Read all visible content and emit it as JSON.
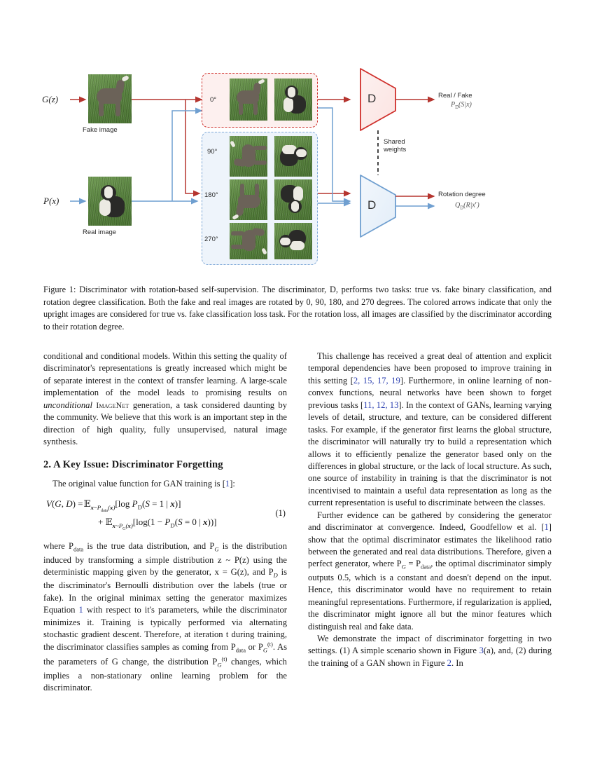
{
  "figure": {
    "inputs": [
      {
        "formula": "G(z)",
        "caption": "Fake image"
      },
      {
        "formula": "P(x)",
        "caption": "Real image"
      }
    ],
    "rotation_groups": [
      {
        "name": "upright-group",
        "color": "#cf2f2b",
        "fill": "#fdf0ef",
        "degrees": [
          "0°"
        ]
      },
      {
        "name": "rotated-group",
        "color": "#7fa9d8",
        "fill": "#eef4fb",
        "degrees": [
          "90°",
          "180°",
          "270°"
        ]
      }
    ],
    "discriminators": [
      {
        "glyph": "D",
        "color": "#cf2f2b"
      },
      {
        "glyph": "D",
        "color": "#6f9fd0"
      }
    ],
    "shared_weights_label": "Shared\nweights",
    "shared_weights_line1": "Shared",
    "shared_weights_line2": "weights",
    "outputs": [
      {
        "label": "Real / Fake",
        "formula": "Pᴅ(S|x)"
      },
      {
        "label": "Rotation degree",
        "formula": "Qᴅ(R|xʳ)"
      }
    ]
  },
  "caption": {
    "prefix": "Figure 1:",
    "text": "Discriminator with rotation-based self-supervision. The discriminator, D, performs two tasks: true vs. fake binary classification, and rotation degree classification. Both the fake and real images are rotated by 0, 90, 180, and 270 degrees. The colored arrows indicate that only the upright images are considered for true vs. fake classification loss task. For the rotation loss, all images are classified by the discriminator according to their rotation degree."
  },
  "body": {
    "left": {
      "para1": "conditional and conditional models. Within this setting the quality of discriminator's representations is greatly increased which might be of separate interest in the context of transfer learning. A large-scale implementation of the model leads to promising results on ",
      "para1_italic": "unconditional",
      "para1_smallcaps": "ImageNet",
      "para1_rest": " generation, a task considered daunting by the community. We believe that this work is an important step in the direction of high quality, fully unsupervised, natural image synthesis.",
      "section_heading": "2. A Key Issue: Discriminator Forgetting",
      "para2": "The original value function for GAN training is [",
      "para2_cite": "1",
      "para2_end": "]:",
      "equation_number": "(1)",
      "equation_line1_lhs": "V(G, D) =",
      "equation_line1_rhs": "E",
      "para3_a": "where P",
      "para3_a_sub": "data",
      "para3_b": " is the true data distribution, and P",
      "para3_b_sub": "G",
      "para3_c": " is the distribution induced by transforming a simple distribution z ~ P(z) using the deterministic mapping given by the generator, x = G(z), and P",
      "para3_c_sub": "D",
      "para3_d": " is the discriminator's Bernoulli distribution over the labels (true or fake). In the original minimax setting the generator maximizes Equation ",
      "para3_cite": "1",
      "para3_e": " with respect to it's parameters, while the discriminator minimizes it. Training is typically performed via alternating stochastic gradient descent. Therefore, at iteration t during training, the discriminator classifies samples as coming from P",
      "para3_e_sub": "data",
      "para3_f": " or P",
      "para3_f_sub": "G",
      "para3_f_sup": "(t)",
      "para3_g": ". As the parameters of G change, the distribution P",
      "para3_g_sub": "G",
      "para3_g_sup": "(t)",
      "para3_h": " changes, which implies a non-stationary online learning problem for the discriminator."
    },
    "right": {
      "para1_a": "This challenge has received a great deal of attention and explicit temporal dependencies have been proposed to improve training in this setting [",
      "para1_cite1": "2, 15, 17, 19",
      "para1_b": "]. Furthermore, in online learning of non-convex functions, neural networks have been shown to forget previous tasks [",
      "para1_cite2": "11, 12, 13",
      "para1_c": "]. In the context of GANs, learning varying levels of detail, structure, and texture, can be considered different tasks. For example, if the generator first learns the global structure, the discriminator will naturally try to build a representation which allows it to efficiently penalize the generator based only on the differences in global structure, or the lack of local structure. As such, one source of instability in training is that the discriminator is not incentivised to maintain a useful data representation as long as the current representation is useful to discriminate between the classes.",
      "para2_a": "Further evidence can be gathered by considering the generator and discriminator at convergence. Indeed, Goodfellow et al. [",
      "para2_cite": "1",
      "para2_b": "] show that the optimal discriminator estimates the likelihood ratio between the generated and real data distributions. Therefore, given a perfect generator, where P",
      "para2_b_sub": "G",
      "para2_c": " = P",
      "para2_c_sub": "data",
      "para2_d": ", the optimal discriminator simply outputs 0.5, which is a constant and doesn't depend on the input. Hence, this discriminator would have no requirement to retain meaningful representations. Furthermore, if regularization is applied, the discriminator might ignore all but the minor features which distinguish real and fake data.",
      "para3_a": "We demonstrate the impact of discriminator forgetting in two settings. (1) A simple scenario shown in Figure ",
      "para3_cite1": "3",
      "para3_b": "(a), and, (2) during the training of a GAN shown in Figure ",
      "para3_cite2": "2",
      "para3_c": ". In"
    }
  }
}
